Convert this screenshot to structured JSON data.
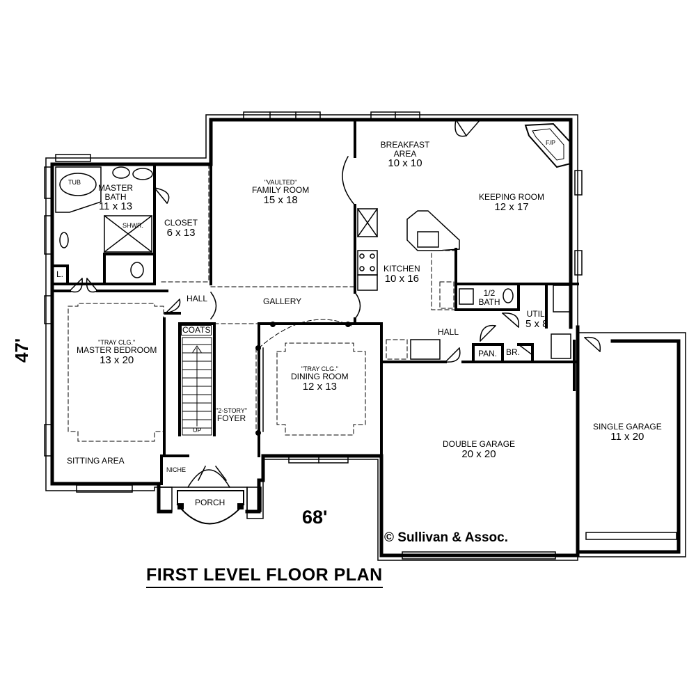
{
  "title": "FIRST LEVEL FLOOR PLAN",
  "copyright": "© Sullivan & Assoc.",
  "dimensions": {
    "depth": "47'",
    "width": "68'"
  },
  "rooms": {
    "master_bath": {
      "name": "MASTER BATH",
      "size": "11 x 13"
    },
    "tub": "TUB",
    "shower": "SHWR.",
    "linen": "L.",
    "closet": {
      "name": "CLOSET",
      "size": "6 x 13"
    },
    "family_room": {
      "note": "\"VAULTED\"",
      "name": "FAMILY ROOM",
      "size": "15 x 18"
    },
    "breakfast": {
      "name": "BREAKFAST AREA",
      "size": "10 x 10"
    },
    "keeping_room": {
      "name": "KEEPING ROOM",
      "size": "12 x 17"
    },
    "fireplace": "F/P",
    "kitchen": {
      "name": "KITCHEN",
      "size": "10 x 16"
    },
    "half_bath": {
      "name": "1/2 BATH"
    },
    "utility": {
      "name": "UTIL.",
      "size": "5 x 8"
    },
    "hall_left": "HALL",
    "gallery": "GALLERY",
    "coats": "COATS",
    "hall_right": "HALL",
    "pantry": "PAN.",
    "broom": "BR.",
    "master_bedroom": {
      "note": "\"TRAY CLG.\"",
      "name": "MASTER BEDROOM",
      "size": "13 x 20"
    },
    "sitting_area": "SITTING AREA",
    "niche": "NICHE",
    "up": "UP",
    "foyer": {
      "note": "\"2-STORY\"",
      "name": "FOYER"
    },
    "dining_room": {
      "note": "\"TRAY CLG.\"",
      "name": "DINING ROOM",
      "size": "12 x 13"
    },
    "porch": "PORCH",
    "double_garage": {
      "name": "DOUBLE GARAGE",
      "size": "20 x 20"
    },
    "single_garage": {
      "name": "SINGLE GARAGE",
      "size": "11 x 20"
    }
  }
}
